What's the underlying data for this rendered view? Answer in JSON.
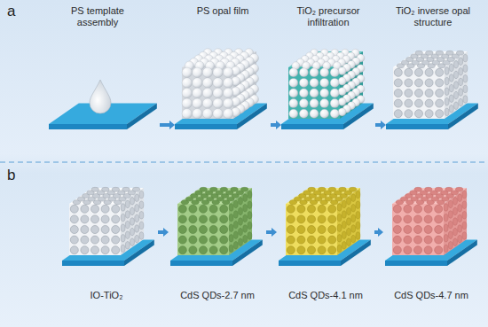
{
  "diagram": {
    "nodes": [
      {
        "text": [
          "PS template assembly"
        ]
      },
      {
        "text": [
          "PS opal film"
        ]
      },
      {
        "text": [
          "TiO₂ precursor infiltration"
        ]
      },
      {
        "text": [
          "TiO₂ inverse opal structure"
        ]
      },
      {
        "text": [
          "IO-TiO₂"
        ]
      },
      {
        "text": [
          "CdS QDs-2.7 nm"
        ]
      },
      {
        "text": [
          "CdS QDs-4.1 nm"
        ]
      },
      {
        "text": [
          "CdS QDs-4.7 nm"
        ]
      }
    ],
    "edges": [
      {
        "from": 0,
        "to": 1,
        "arrow": "to"
      },
      {
        "from": 1,
        "to": 2,
        "arrow": "to"
      },
      {
        "from": 2,
        "to": 3,
        "arrow": "to"
      },
      {
        "from": 4,
        "to": 5,
        "arrow": "to"
      },
      {
        "from": 5,
        "to": 6,
        "arrow": "to"
      },
      {
        "from": 6,
        "to": 7,
        "arrow": "to"
      }
    ],
    "labels": [
      "a",
      "b"
    ]
  }
}
